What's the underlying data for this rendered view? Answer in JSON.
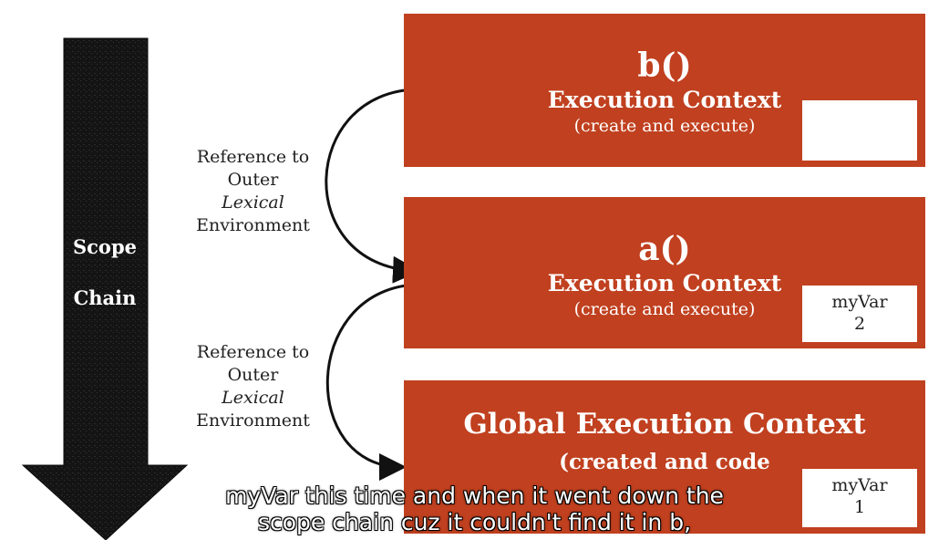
{
  "scope_chain": {
    "label_line1": "Scope",
    "label_line2": "Chain"
  },
  "contexts": {
    "b": {
      "name": "b()",
      "title": "Execution Context",
      "subtitle": "(create and execute)",
      "var_name": "",
      "var_value": ""
    },
    "a": {
      "name": "a()",
      "title": "Execution Context",
      "subtitle": "(create and execute)",
      "var_name": "myVar",
      "var_value": "2"
    },
    "global": {
      "title": "Global Execution Context",
      "subtitle": "(created and code",
      "var_name": "myVar",
      "var_value": "1"
    }
  },
  "references": [
    {
      "line1": "Reference to",
      "line2": "Outer",
      "line3": "Lexical",
      "line4": "Environment"
    },
    {
      "line1": "Reference to",
      "line2": "Outer",
      "line3": "Lexical",
      "line4": "Environment"
    }
  ],
  "captions": {
    "line1": "myVar this time and when it went down the",
    "line2": "scope chain cuz it couldn't find it in b,"
  },
  "colors": {
    "context_fill": "#c0401f",
    "arrow_fill": "#151515"
  }
}
